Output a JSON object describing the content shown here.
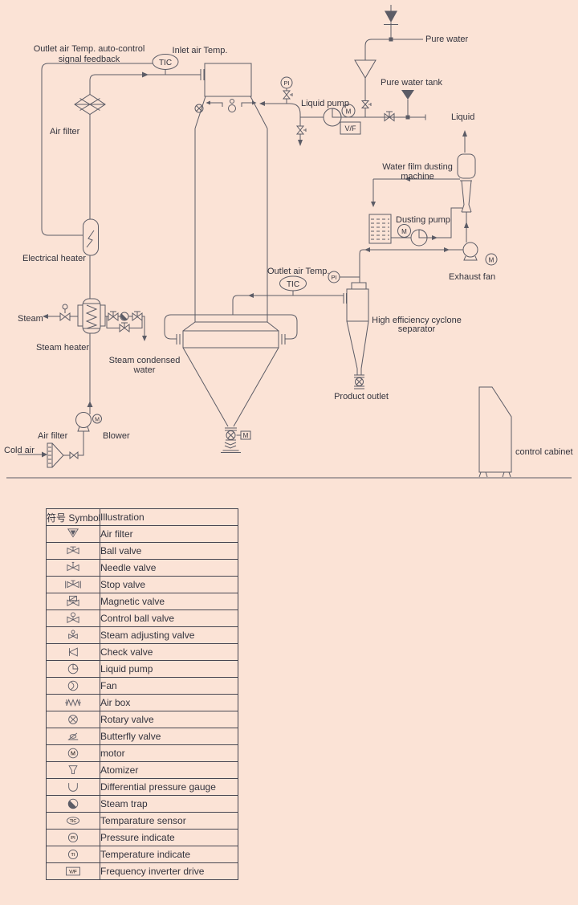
{
  "app": {
    "background_color": "#fbe3d6",
    "line_color": "#5c5c66",
    "text_color": "#33333d"
  },
  "diagram": {
    "labels": {
      "feedback_line1": "Outlet air Temp. auto-control",
      "feedback_line2": "signal feedback",
      "inlet_air_temp": "Inlet air Temp.",
      "air_filter_top": "Air filter",
      "pure_water": "Pure water",
      "pure_water_tank": "Pure water tank",
      "liquid_pump": "Liquid pump",
      "liquid": "Liquid",
      "water_film_line1": "Water film dusting",
      "water_film_line2": "machine",
      "dusting_pump": "Dusting pump",
      "electrical_heater": "Electrical heater",
      "outlet_air_temp": "Outlet air Temp.",
      "exhaust_fan": "Exhaust fan",
      "steam": "Steam",
      "steam_heater": "Steam heater",
      "steam_condensed_line1": "Steam condensed",
      "steam_condensed_line2": "water",
      "high_eff_line1": "High efficiency cyclone",
      "high_eff_line2": "separator",
      "product_outlet": "Product outlet",
      "air_filter_bottom": "Air filter",
      "blower": "Blower",
      "cold_air": "Cold air",
      "control_cabinet": "control cabinet"
    },
    "instruments": {
      "tic": "TIC",
      "pi": "PI",
      "ti": "TI",
      "m": "M",
      "vf": "V/F"
    }
  },
  "legend": {
    "header": {
      "symbol": "符号 Symbol",
      "illustration": "Illustration"
    },
    "rows": [
      {
        "symbol": "air-filter",
        "label": "Air filter"
      },
      {
        "symbol": "ball-valve",
        "label": "Ball valve"
      },
      {
        "symbol": "needle-valve",
        "label": "Needle valve"
      },
      {
        "symbol": "stop-valve",
        "label": "Stop valve"
      },
      {
        "symbol": "magnetic-valve",
        "label": "Magnetic valve"
      },
      {
        "symbol": "control-ball-valve",
        "label": "Control ball valve"
      },
      {
        "symbol": "steam-adjusting-valve",
        "label": "Steam adjusting valve"
      },
      {
        "symbol": "check-valve",
        "label": "Check valve"
      },
      {
        "symbol": "liquid-pump",
        "label": "Liquid pump"
      },
      {
        "symbol": "fan",
        "label": "Fan"
      },
      {
        "symbol": "air-box",
        "label": "Air box"
      },
      {
        "symbol": "rotary-valve",
        "label": "Rotary valve"
      },
      {
        "symbol": "butterfly-valve",
        "label": "Butterfly valve"
      },
      {
        "symbol": "motor",
        "label": "motor"
      },
      {
        "symbol": "atomizer",
        "label": "Atomizer"
      },
      {
        "symbol": "diff-pressure-gauge",
        "label": "Differential pressure gauge"
      },
      {
        "symbol": "steam-trap",
        "label": "Steam trap"
      },
      {
        "symbol": "temp-sensor",
        "label": "Temparature sensor"
      },
      {
        "symbol": "pressure-indicate",
        "label": "Pressure indicate"
      },
      {
        "symbol": "temperature-indicate",
        "label": "Temperature indicate"
      },
      {
        "symbol": "freq-inverter-drive",
        "label": "Frequency inverter drive"
      }
    ]
  }
}
